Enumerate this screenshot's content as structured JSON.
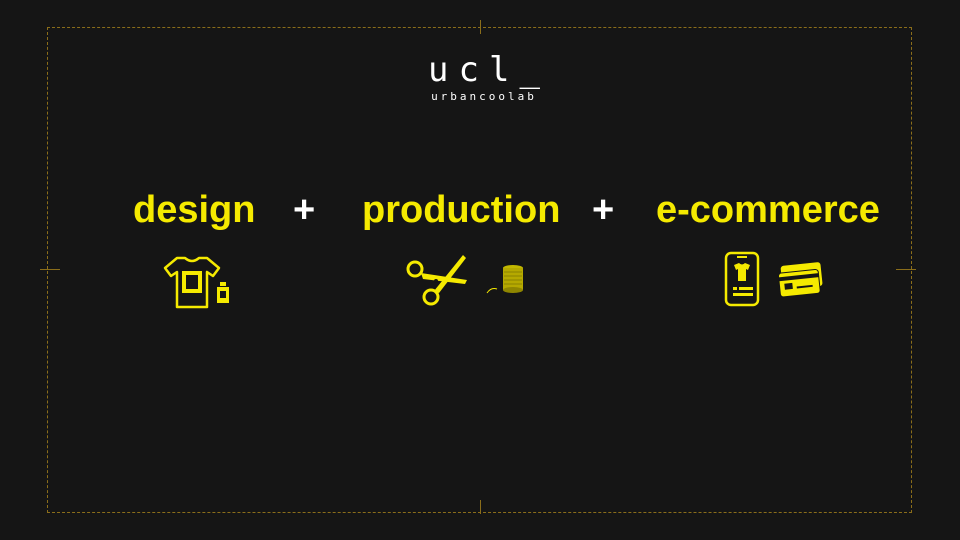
{
  "logo": {
    "mark": "ucl_",
    "name": "urbancoolab"
  },
  "headline": {
    "items": [
      "design",
      "production",
      "e-commerce"
    ],
    "separator": "+"
  },
  "colors": {
    "background": "#151515",
    "accent": "#f5ea00",
    "text": "#ffffff",
    "frame": "#8a6d1a"
  },
  "icons": {
    "design": [
      "tshirt-icon",
      "paint-bottle-icon"
    ],
    "production": [
      "scissors-icon",
      "thread-spool-icon"
    ],
    "ecommerce": [
      "smartphone-icon",
      "credit-card-icon"
    ]
  }
}
